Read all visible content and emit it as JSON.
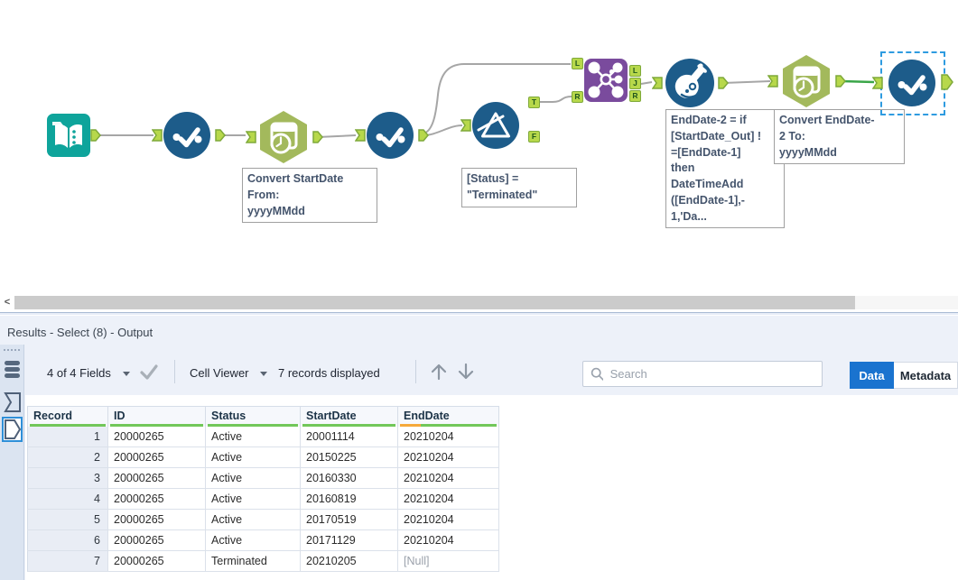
{
  "colors": {
    "tool_blue": "#1d5c8a",
    "tool_teal": "#0ea49b",
    "tool_olive": "#a3b95c",
    "tool_purple": "#7a4b9d",
    "anchor_green": "#b7d84b",
    "wire_gray": "#a6a6a6",
    "wire_active_green": "#3aa648",
    "selection_blue": "#2e9be0",
    "data_tab_blue": "#1a73cf",
    "quality_green": "#72c75a",
    "quality_orange": "#f5a93b"
  },
  "icons": {
    "scroll_left": "<"
  },
  "workflow": {
    "annotations": {
      "datetime1": [
        "Convert StartDate",
        "From:",
        "yyyyMMdd"
      ],
      "filter": [
        "[Status] =",
        "\"Terminated\""
      ],
      "formula": [
        "EndDate-2 = if",
        "[StartDate_Out] !",
        "=[EndDate-1]",
        "then",
        "DateTimeAdd",
        "([EndDate-1],-",
        "1,'Da..."
      ],
      "datetime2": [
        "Convert EndDate-",
        "2 To:",
        "yyyyMMdd"
      ]
    },
    "anchor_labels": {
      "filter_t": "T",
      "filter_f": "F",
      "join_in_l": "L",
      "join_in_r": "R",
      "join_out_l": "L",
      "join_out_j": "J",
      "join_out_r": "R"
    }
  },
  "results": {
    "title": "Results - Select (8) - Output",
    "toolbar": {
      "fields_summary": "4 of 4 Fields",
      "cell_viewer_label": "Cell Viewer",
      "records_text": "7 records displayed",
      "search_placeholder": "Search",
      "data_tab": "Data",
      "metadata_tab": "Metadata"
    },
    "table": {
      "columns": [
        "Record",
        "ID",
        "Status",
        "StartDate",
        "EndDate"
      ],
      "rows": [
        [
          "1",
          "20000265",
          "Active",
          "20001114",
          "20210204"
        ],
        [
          "2",
          "20000265",
          "Active",
          "20150225",
          "20210204"
        ],
        [
          "3",
          "20000265",
          "Active",
          "20160330",
          "20210204"
        ],
        [
          "4",
          "20000265",
          "Active",
          "20160819",
          "20210204"
        ],
        [
          "5",
          "20000265",
          "Active",
          "20170519",
          "20210204"
        ],
        [
          "6",
          "20000265",
          "Active",
          "20171129",
          "20210204"
        ],
        [
          "7",
          "20000265",
          "Terminated",
          "20210205",
          "[Null]"
        ]
      ]
    }
  }
}
